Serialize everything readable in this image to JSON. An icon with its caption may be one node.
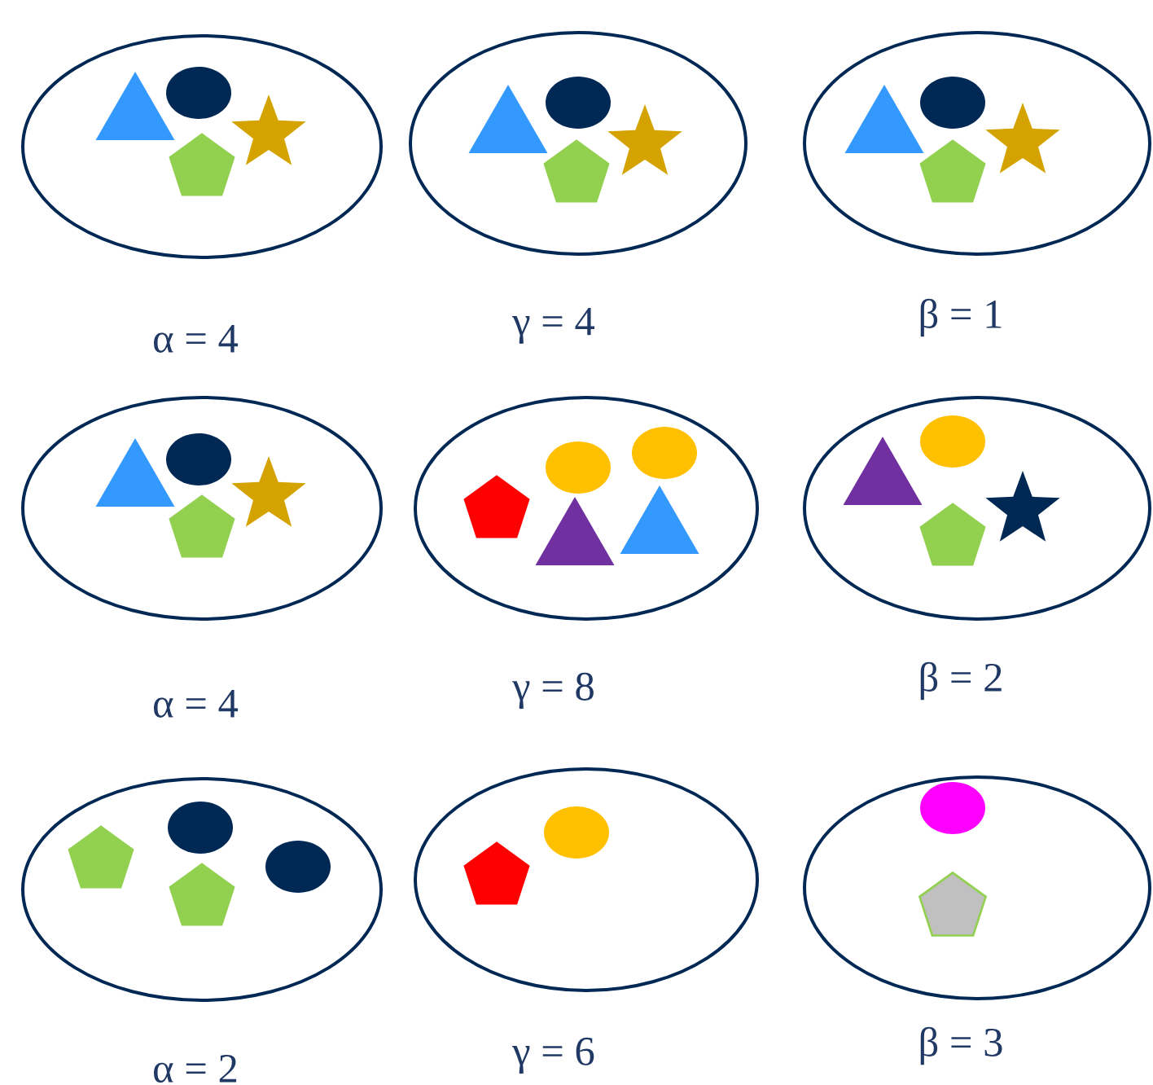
{
  "diagram": {
    "nodes": [
      {
        "text": [
          "α = 4"
        ]
      },
      {
        "text": [
          "γ = 4"
        ]
      },
      {
        "text": [
          "β = 1"
        ]
      },
      {
        "text": [
          "α = 4"
        ]
      },
      {
        "text": [
          "γ = 8"
        ]
      },
      {
        "text": [
          "β = 2"
        ]
      },
      {
        "text": [
          "α = 2"
        ]
      },
      {
        "text": [
          "γ = 6"
        ]
      },
      {
        "text": [
          "β = 3"
        ]
      }
    ]
  }
}
